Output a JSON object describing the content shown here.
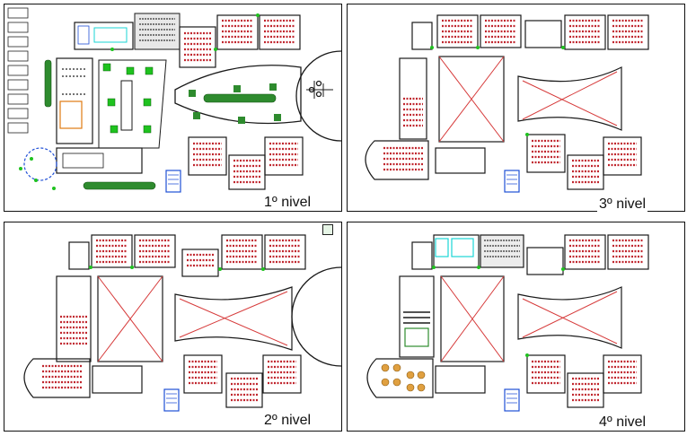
{
  "panels": {
    "p1": {
      "label": "1º nivel"
    },
    "p2": {
      "label": "2º nivel"
    },
    "p3": {
      "label": "3º nivel"
    },
    "p4": {
      "label": "4º nivel"
    }
  },
  "colors": {
    "wall": "#1a1a1a",
    "chair": "#c0262e",
    "door": "#b22222",
    "accent_green": "#1fc21f",
    "accent_cyan": "#1ad6d6",
    "accent_blue": "#1f4fd6",
    "accent_orange": "#e07a12",
    "void_cross": "#d63a3a",
    "hedge": "#2e8b2e"
  }
}
